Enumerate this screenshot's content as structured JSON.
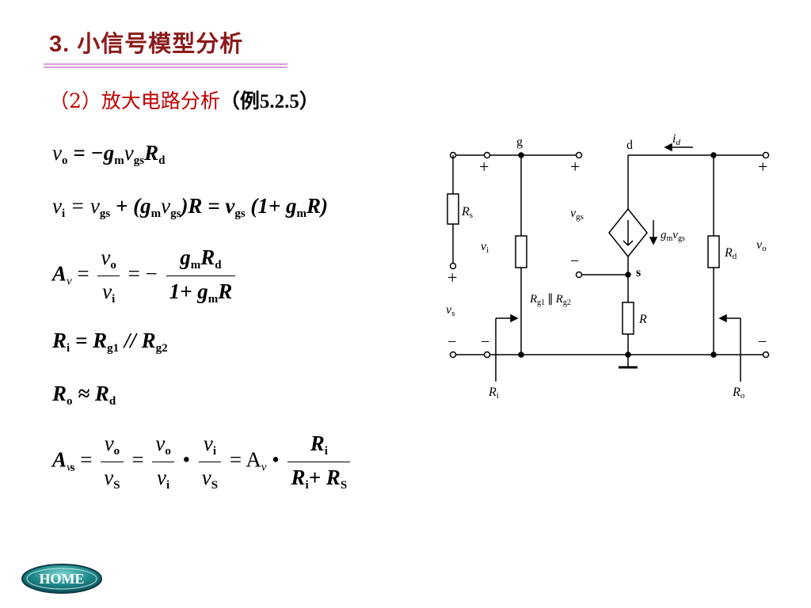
{
  "title": "3. 小信号模型分析",
  "subtitle": {
    "part_red": "（2）放大电路分析",
    "part_black": "（例5.2.5）"
  },
  "equations": {
    "vo": {
      "lhs": "v",
      "lhs_sub": "o",
      "rhs_a": "= −g",
      "sub_m": "m",
      "v": "v",
      "sub_gs": "gs",
      "r": "R",
      "sub_d": "d"
    },
    "vi": {
      "text_a": "= v",
      "sub_gs": "gs",
      "text_b": "+ (g",
      "sub_m": "m",
      "text_c": "v",
      "text_d": ")R = v",
      "text_e": "(1+ g",
      "text_f": "R)"
    },
    "av": {
      "lhs": "A",
      "lhs_sub": "v",
      "num1": "v",
      "num1_sub": "o",
      "den1": "v",
      "den1_sub": "i",
      "minus": "= −",
      "num2": "g",
      "num2_r": "R",
      "den2": "1+ g",
      "den2_r": "R"
    },
    "ri": {
      "lhs": "R",
      "lhs_sub": "i",
      "eq": "= R",
      "sub_g1": "g1",
      "par": " // R",
      "sub_g2": "g2"
    },
    "ro": {
      "lhs": "R",
      "lhs_sub": "o",
      "approx": "≈ R",
      "sub_d": "d"
    },
    "avs": {
      "lhs": "A",
      "lhs_sub_v": "v",
      "lhs_sub_s": "s",
      "v": "v",
      "sub_o": "o",
      "sub_s": "S",
      "sub_i": "i",
      "dot": "•",
      "eq_av": "= A",
      "r": "R",
      "plus_r": "+ R"
    }
  },
  "circuit": {
    "labels": {
      "g": "g",
      "d": "d",
      "s": "s",
      "id": "i",
      "id_sub": "d",
      "rs": "R",
      "rs_sub": "s",
      "vi": "v",
      "vi_sub": "i",
      "vs": "v",
      "vs_sub": "s",
      "vgs": "v",
      "vgs_sub": "gs",
      "gmvgs_g": "g",
      "gmvgs_m": "m",
      "gmvgs_v": "v",
      "gmvgs_gs": "gs",
      "rd": "R",
      "rd_sub": "d",
      "vo": "v",
      "vo_sub": "o",
      "r": "R",
      "rg": "R",
      "rg1_sub": "g1",
      "par": "∥",
      "rg2": "R",
      "rg2_sub": "g2",
      "ri": "R",
      "ri_sub": "i",
      "ro": "R",
      "ro_sub": "o",
      "plus": "+",
      "minus": "−"
    }
  },
  "home_label": "HOME",
  "colors": {
    "title": "#8b1a1a",
    "subtitle_red": "#c00000",
    "rule": "#d8a0d8",
    "home_fill": "#1f8a8a"
  }
}
